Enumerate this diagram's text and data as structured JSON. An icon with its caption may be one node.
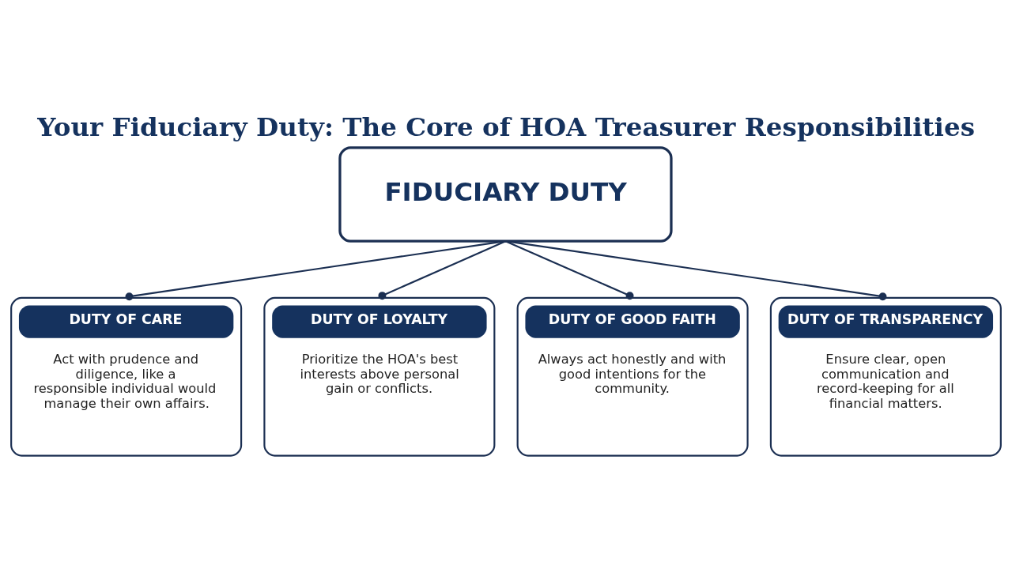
{
  "diagram": {
    "title": "Your Fiduciary Duty: The Core of HOA Treasurer Responsibilities",
    "nodes": [
      {
        "text": [
          "FIDUCIARY DUTY"
        ]
      },
      {
        "text": [
          "DUTY OF CARE",
          "Act with prudence and diligence, like a responsible individual would manage their own affairs."
        ]
      },
      {
        "text": [
          "DUTY OF LOYALTY",
          "Prioritize the HOA's best interests above personal gain or conflicts."
        ]
      },
      {
        "text": [
          "DUTY OF GOOD FAITH",
          "Always act honestly and with good intentions for the community."
        ]
      },
      {
        "text": [
          "DUTY OF TRANSPARENCY",
          "Ensure clear, open communication and record-keeping for all financial matters."
        ]
      }
    ],
    "edges": [
      {
        "from": 0,
        "to": 1,
        "arrow": "other"
      },
      {
        "from": 0,
        "to": 2,
        "arrow": "other"
      },
      {
        "from": 0,
        "to": 3,
        "arrow": "other"
      },
      {
        "from": 0,
        "to": 4,
        "arrow": "other"
      }
    ]
  }
}
